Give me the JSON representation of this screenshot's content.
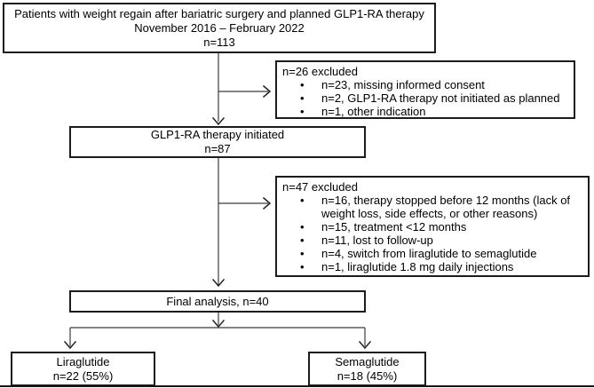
{
  "boxes": {
    "enrollment": {
      "line1": "Patients with weight regain after bariatric surgery and planned GLP1-RA therapy",
      "line2": "November 2016 – February 2022",
      "line3": "n=113"
    },
    "excluded1": {
      "header": "n=26 excluded",
      "items": [
        "n=23, missing informed consent",
        "n=2, GLP1-RA therapy not initiated as planned",
        "n=1, other indication"
      ]
    },
    "initiated": {
      "line1": "GLP1-RA therapy initiated",
      "line2": "n=87"
    },
    "excluded2": {
      "header": "n=47 excluded",
      "items": [
        "n=16, therapy stopped before 12 months (lack of weight loss, side effects, or other reasons)",
        "n=15, treatment <12 months",
        "n=11, lost to follow-up",
        "n=4, switch from liraglutide to semaglutide",
        "n=1, liraglutide 1.8 mg daily injections"
      ]
    },
    "final": {
      "label": "Final analysis, n=40"
    },
    "liraglutide": {
      "line1": "Liraglutide",
      "line2": "n=22 (55%)"
    },
    "semaglutide": {
      "line1": "Semaglutide",
      "line2": "n=18 (45%)"
    }
  },
  "colors": {
    "box_border": "#1c1c1c",
    "connector_line": "#3c3c3c",
    "arrowhead": "#1f1f1f",
    "text": "#000000",
    "background": "#ffffff"
  }
}
